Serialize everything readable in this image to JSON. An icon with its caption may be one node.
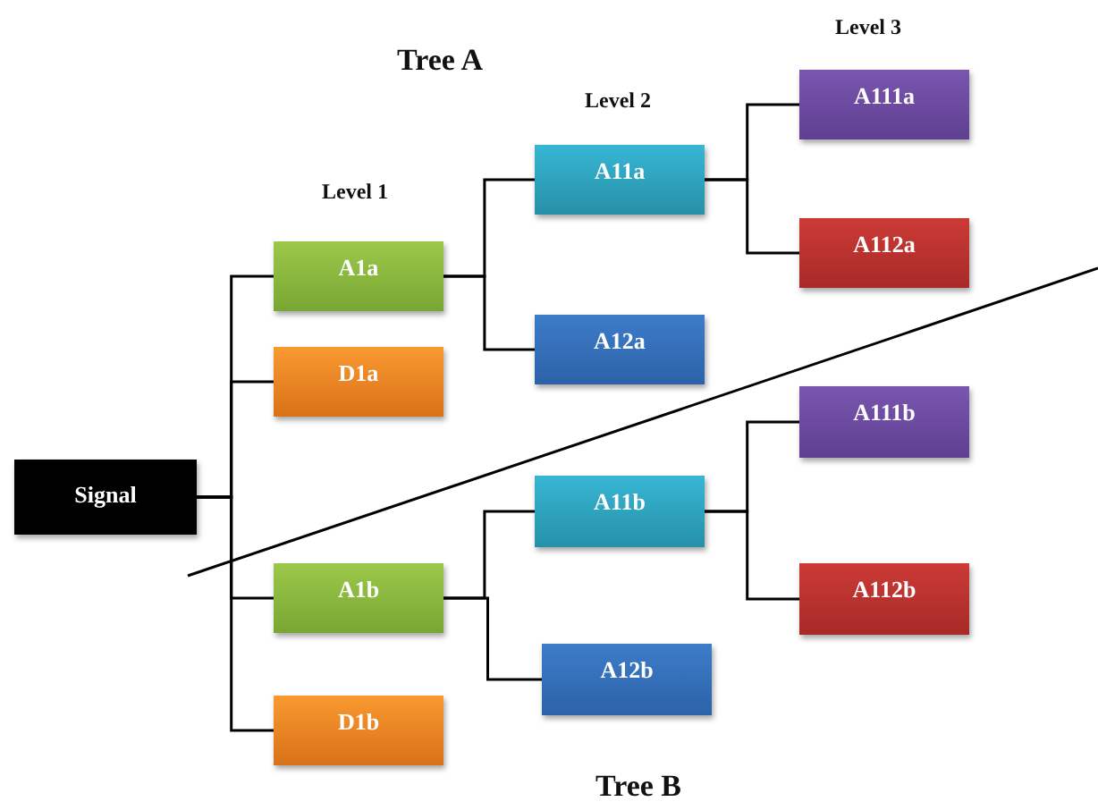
{
  "diagram": {
    "nodes": [
      {
        "text": [
          "Signal"
        ]
      },
      {
        "text": [
          "A1a"
        ]
      },
      {
        "text": [
          "D1a"
        ]
      },
      {
        "text": [
          "A1b"
        ]
      },
      {
        "text": [
          "D1b"
        ]
      },
      {
        "text": [
          "A11a"
        ]
      },
      {
        "text": [
          "A12a"
        ]
      },
      {
        "text": [
          "A11b"
        ]
      },
      {
        "text": [
          "A12b"
        ]
      },
      {
        "text": [
          "A111a"
        ]
      },
      {
        "text": [
          "A112a"
        ]
      },
      {
        "text": [
          "A111b"
        ]
      },
      {
        "text": [
          "A112b"
        ]
      }
    ],
    "edges": [
      {
        "from": 0,
        "to": 1,
        "arrow": "none"
      },
      {
        "from": 0,
        "to": 2,
        "arrow": "none"
      },
      {
        "from": 0,
        "to": 3,
        "arrow": "none"
      },
      {
        "from": 0,
        "to": 4,
        "arrow": "none"
      },
      {
        "from": 1,
        "to": 5,
        "arrow": "none"
      },
      {
        "from": 1,
        "to": 6,
        "arrow": "none"
      },
      {
        "from": 5,
        "to": 9,
        "arrow": "none"
      },
      {
        "from": 5,
        "to": 10,
        "arrow": "none"
      },
      {
        "from": 3,
        "to": 7,
        "arrow": "none"
      },
      {
        "from": 3,
        "to": 8,
        "arrow": "none"
      },
      {
        "from": 7,
        "to": 11,
        "arrow": "none"
      },
      {
        "from": 7,
        "to": 12,
        "arrow": "none"
      }
    ],
    "labels": [
      "Level 3",
      "Tree A",
      "Level 2",
      "Level 1",
      "Tree B"
    ]
  }
}
